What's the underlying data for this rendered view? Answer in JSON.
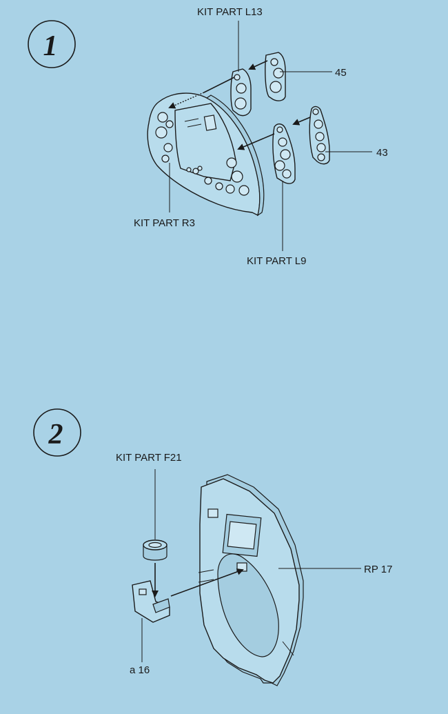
{
  "steps": [
    {
      "number": "1"
    },
    {
      "number": "2"
    }
  ],
  "step1": {
    "labels": {
      "l13": "KIT PART L13",
      "p45": "45",
      "p43": "43",
      "r3": "KIT PART R3",
      "l9": "KIT PART L9"
    }
  },
  "step2": {
    "labels": {
      "f21": "KIT PART F21",
      "rp17": "RP 17",
      "a16": "a 16"
    }
  },
  "colors": {
    "background": "#a9d2e6",
    "line": "#1a1a1a"
  }
}
